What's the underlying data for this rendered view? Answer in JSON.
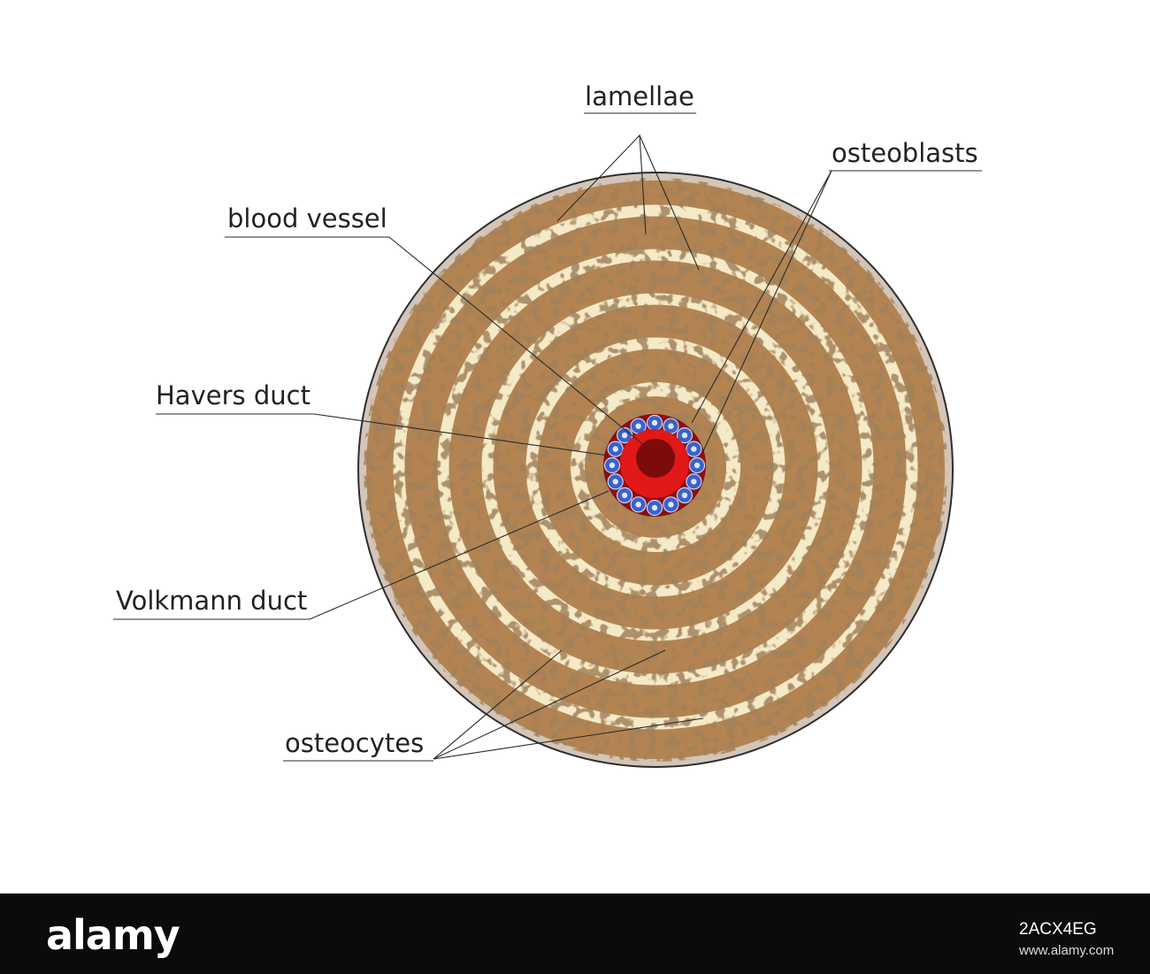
{
  "colors": {
    "bone_rim": "#d3c5b8",
    "bone_outline": "#2e2e2e",
    "tissue": "#a06c3a",
    "lamella": "#f8efcd",
    "vessel_ring": "#e01818",
    "vessel_core": "#7d0b0b",
    "canal_wall": "#8a1010",
    "osteoblast": "#3b62c9"
  },
  "labels": {
    "lamellae": "lamellae",
    "osteoblasts": "osteoblasts",
    "blood_vessel": "blood vessel",
    "havers_duct": "Havers duct",
    "volkmann_duct": "Volkmann duct",
    "osteocytes": "osteocytes"
  },
  "watermark": {
    "logo": "alamy",
    "image_code": "2ACX4EG",
    "site": "www.alamy.com"
  }
}
